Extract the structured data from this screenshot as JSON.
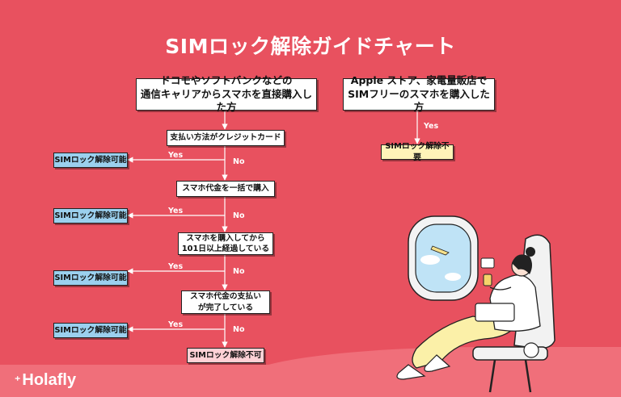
{
  "title": "SIMロック解除ガイドチャート",
  "boxes": {
    "left_top_line1": "ドコモやソフトバンクなどの",
    "left_top_line2": "通信キャリアからスマホを直接購入した方",
    "right_top_line1": "Apple ストア、家電量販店で",
    "right_top_line2": "SIMフリーのスマホを購入した方",
    "q1": "支払い方法がクレジットカード",
    "q2": "スマホ代金を一括で購入",
    "q3_line1": "スマホを購入してから",
    "q3_line2": "101日以上経過している",
    "q4_line1": "スマホ代金の支払い",
    "q4_line2": "が完了している",
    "result_ok": "SIMロック解除可能",
    "result_unneeded": "SIMロック解除不要",
    "result_no": "SIMロック解除不可"
  },
  "labels": {
    "yes": "Yes",
    "no": "No"
  },
  "logo": "Holafly",
  "colors": {
    "background": "#e8515f",
    "box_white": "#ffffff",
    "box_blue": "#9bd0ee",
    "box_yellow": "#fff3b8",
    "box_pink": "#ffd1d6"
  }
}
